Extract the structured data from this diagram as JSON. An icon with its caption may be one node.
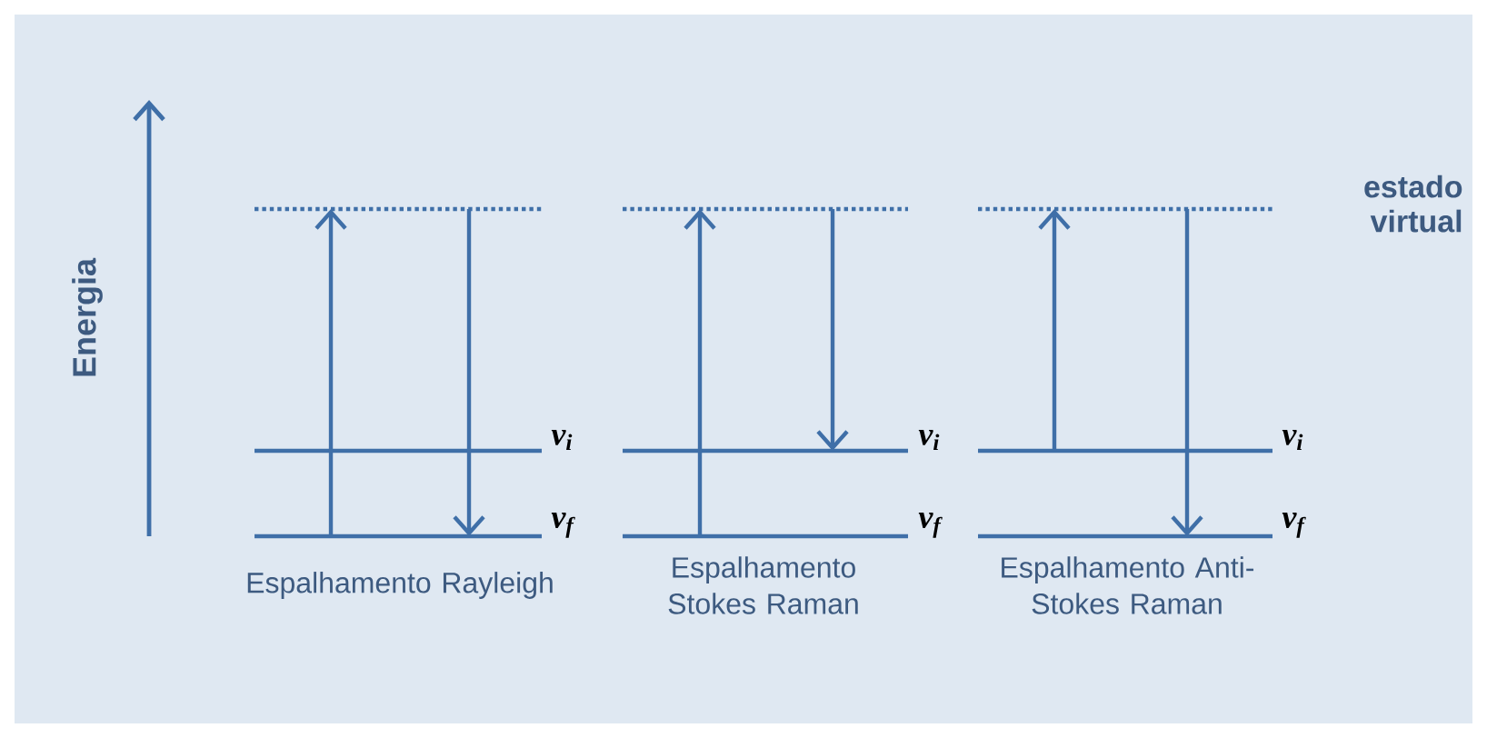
{
  "diagram": {
    "nodes": [
      {
        "text": [],
        "shape": "dots"
      },
      {
        "text": [],
        "shape": "line",
        "beside": [
          "v$_{i}$"
        ]
      },
      {
        "text": [],
        "shape": "line",
        "beside": [
          "v$_{f}$"
        ]
      },
      {
        "text": [],
        "shape": "dots"
      },
      {
        "text": [],
        "shape": "line",
        "beside": [
          "v$_{i}$"
        ]
      },
      {
        "text": [],
        "shape": "line",
        "beside": [
          "v$_{f}$"
        ]
      },
      {
        "text": [],
        "shape": "dots",
        "beside": [
          "estado virtual"
        ]
      },
      {
        "text": [],
        "shape": "line",
        "beside": [
          "v$_{i}$"
        ]
      },
      {
        "text": [],
        "shape": "line",
        "beside": [
          "v$_{f}$"
        ]
      }
    ],
    "edges": [
      {
        "from": 2,
        "to": 0,
        "arrow": "to"
      },
      {
        "from": 0,
        "to": 2,
        "arrow": "to"
      },
      {
        "from": 5,
        "to": 3,
        "arrow": "to"
      },
      {
        "from": 3,
        "to": 4,
        "arrow": "to"
      },
      {
        "from": 7,
        "to": 6,
        "arrow": "to"
      },
      {
        "from": 6,
        "to": 8,
        "arrow": "to"
      }
    ],
    "labels": [
      "Energia",
      "Espalhamento Rayleigh",
      "Espalhamento Stokes Raman",
      "Espalhamento Anti-Stokes Raman"
    ]
  }
}
